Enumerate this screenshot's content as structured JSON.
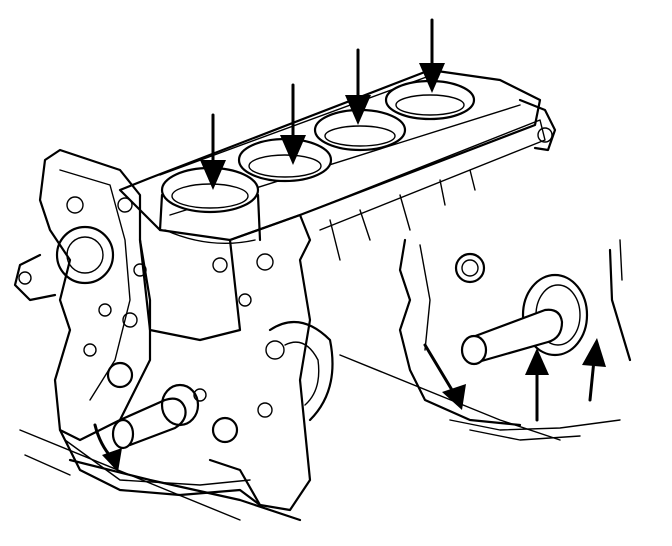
{
  "figure": {
    "ink_color": "#000000",
    "background_color": "#ffffff",
    "cylinder_bores": 4,
    "downward_arrows": 4,
    "inset_upward_arrows": 2,
    "icons": [
      "down-arrow-icon",
      "up-arrow-icon",
      "curved-arrow-icon"
    ]
  }
}
